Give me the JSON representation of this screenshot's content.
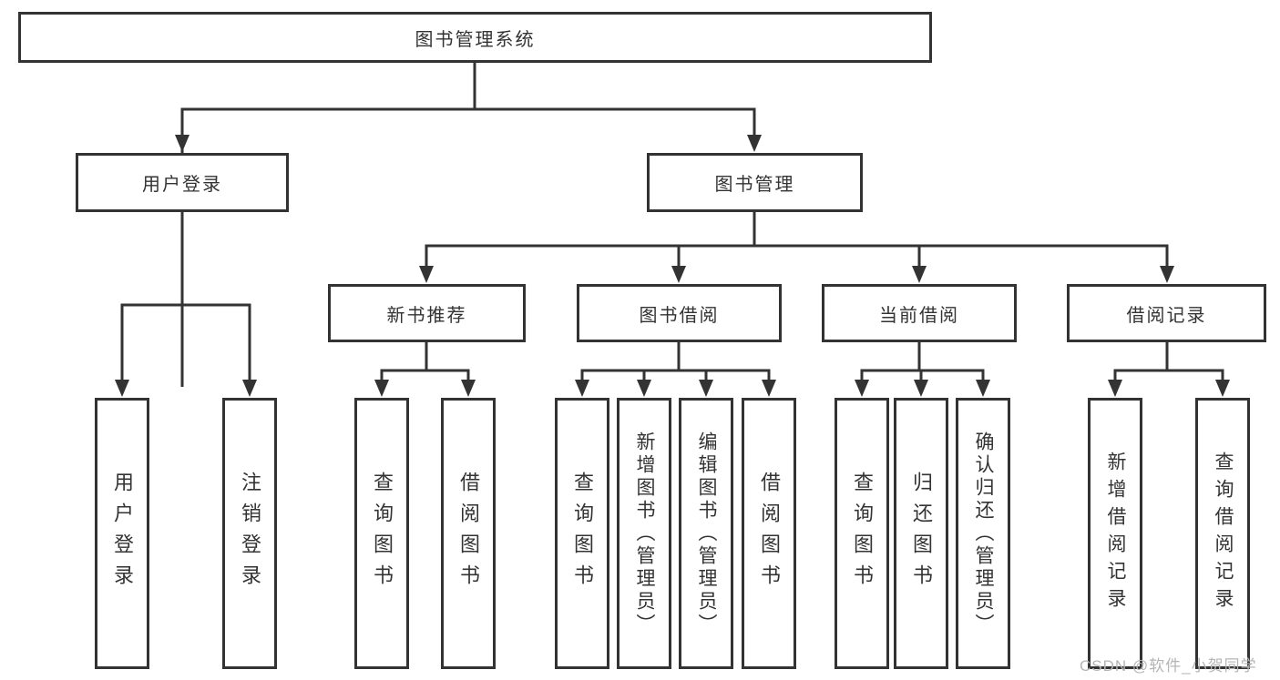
{
  "diagram": {
    "root": {
      "label": "图书管理系统"
    },
    "level2": {
      "user_login": {
        "label": "用户登录"
      },
      "book_mgmt": {
        "label": "图书管理"
      }
    },
    "level3": {
      "new_book_rec": {
        "label": "新书推荐"
      },
      "book_borrow": {
        "label": "图书借阅"
      },
      "current_borrow": {
        "label": "当前借阅"
      },
      "borrow_record": {
        "label": "借阅记录"
      }
    },
    "leaves": {
      "login": {
        "label": "用户登录"
      },
      "logout": {
        "label": "注销登录"
      },
      "rec_query": {
        "label": "查询图书"
      },
      "rec_borrow": {
        "label": "借阅图书"
      },
      "bb_query": {
        "label": "查询图书"
      },
      "bb_add": {
        "label": "新增图书（管理员）"
      },
      "bb_edit": {
        "label": "编辑图书（管理员）"
      },
      "bb_borrow": {
        "label": "借阅图书"
      },
      "cb_query": {
        "label": "查询图书"
      },
      "cb_return": {
        "label": "归还图书"
      },
      "cb_confirm": {
        "label": "确认归还（管理员）"
      },
      "br_add": {
        "label": "新增借阅记录"
      },
      "br_query": {
        "label": "查询借阅记录"
      }
    },
    "watermark": "CSDN @软件_小贺同学",
    "colors": {
      "line": "#333333",
      "text": "#333333",
      "watermark_text": "#b5b5b5",
      "background": "#ffffff"
    }
  }
}
